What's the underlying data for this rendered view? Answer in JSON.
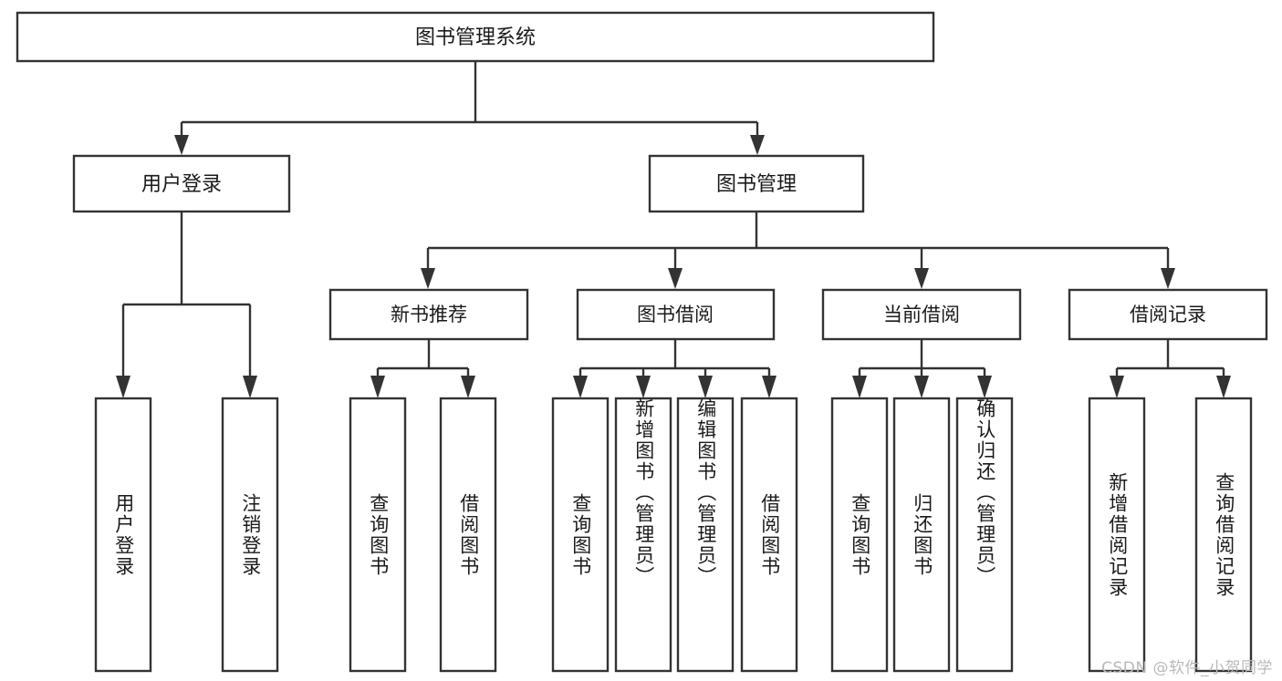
{
  "diagram": {
    "type": "tree-hierarchy-chart",
    "title": "图书管理系统",
    "watermark": "CSDN @软件_小贺同学",
    "colors": {
      "box_stroke": "#333333",
      "box_fill": "#ffffff",
      "text": "#1a1a1a",
      "canvas": "#ffffff",
      "watermark": "#b9b9b9"
    },
    "root": {
      "label": "图书管理系统"
    },
    "level2": [
      {
        "label": "用户登录"
      },
      {
        "label": "图书管理"
      }
    ],
    "level3": [
      {
        "label": "新书推荐"
      },
      {
        "label": "图书借阅"
      },
      {
        "label": "当前借阅"
      },
      {
        "label": "借阅记录"
      }
    ],
    "leaves": {
      "user_login": [
        {
          "label": "用户登录"
        },
        {
          "label": "注销登录"
        }
      ],
      "new_book_recommend": [
        {
          "label": "查询图书"
        },
        {
          "label": "借阅图书"
        }
      ],
      "book_borrow": [
        {
          "label": "查询图书"
        },
        {
          "label": "新增图书（管理员）"
        },
        {
          "label": "编辑图书（管理员）"
        },
        {
          "label": "借阅图书"
        }
      ],
      "current_borrow": [
        {
          "label": "查询图书"
        },
        {
          "label": "归还图书"
        },
        {
          "label": "确认归还（管理员）"
        }
      ],
      "borrow_record": [
        {
          "label": "新增借阅记录"
        },
        {
          "label": "查询借阅记录"
        }
      ]
    }
  }
}
